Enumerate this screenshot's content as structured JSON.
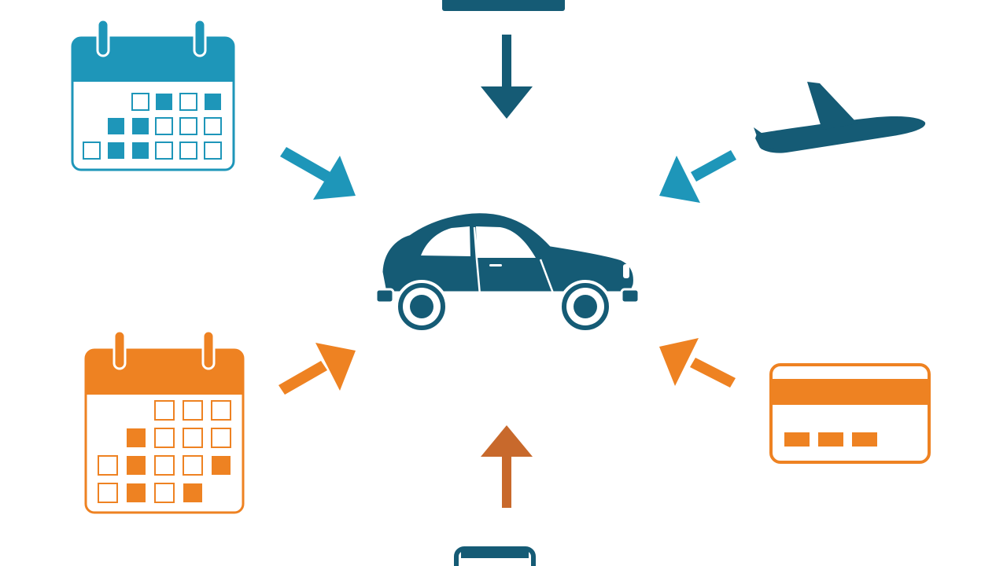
{
  "colors": {
    "teal": "#1e96b9",
    "navy": "#155b75",
    "orange": "#ee8222",
    "dark_orange": "#c8692c",
    "background": "#ffffff"
  },
  "center": {
    "icon": "car-icon"
  },
  "nodes": [
    {
      "icon": "calendar-icon",
      "position": "top-left",
      "color": "teal"
    },
    {
      "icon": "document-icon",
      "position": "top",
      "color": "navy"
    },
    {
      "icon": "airplane-icon",
      "position": "top-right",
      "color": "navy"
    },
    {
      "icon": "calendar-icon",
      "position": "bottom-left",
      "color": "orange"
    },
    {
      "icon": "device-icon",
      "position": "bottom",
      "color": "navy"
    },
    {
      "icon": "credit-card-icon",
      "position": "bottom-right",
      "color": "orange"
    }
  ],
  "arrows": [
    {
      "from": "top-left",
      "to": "center",
      "color": "teal"
    },
    {
      "from": "top",
      "to": "center",
      "color": "navy"
    },
    {
      "from": "top-right",
      "to": "center",
      "color": "teal"
    },
    {
      "from": "bottom-left",
      "to": "center",
      "color": "orange"
    },
    {
      "from": "bottom",
      "to": "center",
      "color": "dark_orange"
    },
    {
      "from": "bottom-right",
      "to": "center",
      "color": "orange"
    }
  ]
}
